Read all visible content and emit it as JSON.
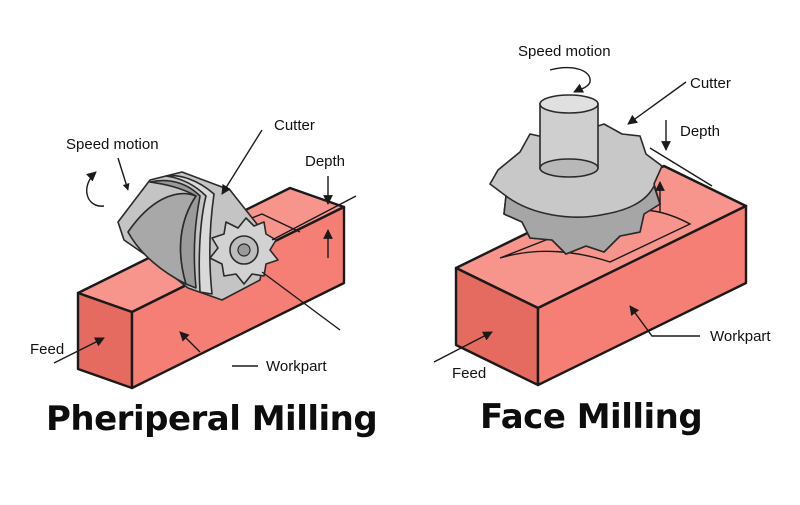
{
  "colors": {
    "workpart_front": "#f57f74",
    "workpart_top": "#f7948b",
    "workpart_side": "#e56a60",
    "metal_light": "#d6d6d6",
    "metal_mid": "#b9b9b9",
    "metal_dark": "#8e8e8e"
  },
  "left_diagram": {
    "title": "Pheriperal Milling",
    "labels": {
      "speed_motion": "Speed motion",
      "cutter": "Cutter",
      "depth": "Depth",
      "feed": "Feed",
      "workpart": "Workpart"
    }
  },
  "right_diagram": {
    "title": "Face Milling",
    "labels": {
      "speed_motion": "Speed motion",
      "cutter": "Cutter",
      "depth": "Depth",
      "feed": "Feed",
      "workpart": "Workpart"
    }
  }
}
